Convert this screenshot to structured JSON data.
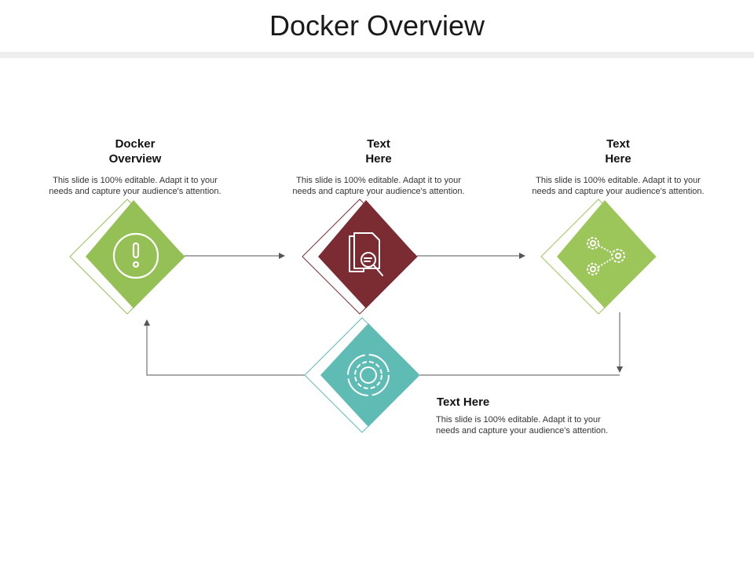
{
  "slide": {
    "title": "Docker Overview"
  },
  "steps": [
    {
      "id": "step1",
      "title_lines": [
        "Docker",
        "Overview"
      ],
      "desc_lines": [
        "This slide is 100% editable. Adapt it to your",
        "needs and capture your audience's attention."
      ],
      "color": "#95c055",
      "icon": "exclamation-icon"
    },
    {
      "id": "step2",
      "title_lines": [
        "Text",
        "Here"
      ],
      "desc_lines": [
        "This slide is 100% editable. Adapt it to your",
        "needs and capture your audience's attention."
      ],
      "color": "#7b2c33",
      "icon": "document-search-icon"
    },
    {
      "id": "step3",
      "title_lines": [
        "Text",
        "Here"
      ],
      "desc_lines": [
        "This slide is 100% editable. Adapt it to your",
        "needs and capture your audience's attention."
      ],
      "color": "#9cc65a",
      "icon": "gears-network-icon"
    },
    {
      "id": "step4",
      "title_lines": [
        "Text Here"
      ],
      "desc_lines": [
        "This slide is 100% editable. Adapt it to your",
        "needs and capture your audience's attention."
      ],
      "color": "#5fbcb5",
      "icon": "gear-cycle-icon"
    }
  ]
}
